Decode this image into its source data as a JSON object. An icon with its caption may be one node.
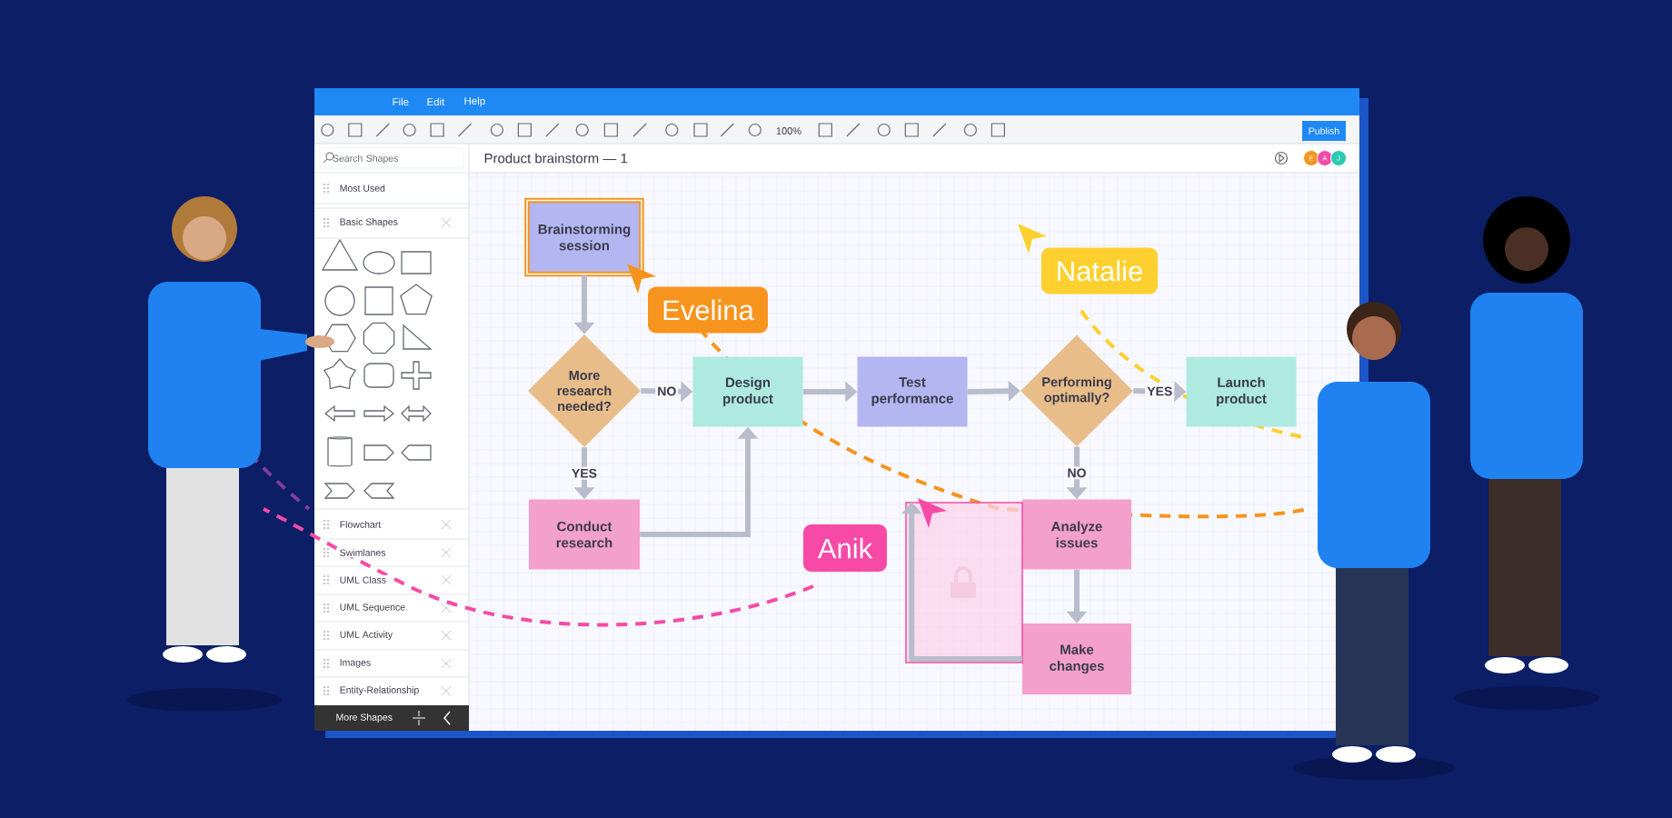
{
  "diagram": {
    "nodes": [
      {
        "text": [
          "Brainstorming session"
        ]
      },
      {
        "text": [
          "More research needed?"
        ]
      },
      {
        "text": [
          "Design product"
        ]
      },
      {
        "text": [
          "Test performance"
        ]
      },
      {
        "text": [
          "Performing optimally?"
        ]
      },
      {
        "text": [
          "Launch product"
        ]
      },
      {
        "text": [
          "Conduct research"
        ]
      },
      {
        "text": [
          "Analyze issues"
        ]
      },
      {
        "text": [
          "Make changes"
        ]
      },
      {
        "text": [
          "Evelina"
        ]
      },
      {
        "text": [
          "Natalie"
        ]
      },
      {
        "text": [
          "Anik"
        ]
      },
      {
        "text": [],
        "shape": "box"
      }
    ],
    "edges": [
      {
        "from": 0,
        "to": 1,
        "arrow": "to"
      },
      {
        "from": 1,
        "to": 2,
        "arrow": "to",
        "label": "NO"
      },
      {
        "from": 1,
        "to": 6,
        "arrow": "to",
        "label": "YES"
      },
      {
        "from": 6,
        "to": 2,
        "arrow": "to"
      },
      {
        "from": 2,
        "to": 3,
        "arrow": "to"
      },
      {
        "from": 3,
        "to": 4,
        "arrow": "to"
      },
      {
        "from": 4,
        "to": 5,
        "arrow": "to",
        "label": "YES"
      },
      {
        "from": 4,
        "to": 7,
        "arrow": "to",
        "label": "NO"
      },
      {
        "from": 7,
        "to": 8,
        "arrow": "to"
      },
      {
        "from": 8,
        "to": 12,
        "arrow": "to"
      }
    ],
    "labels": [
      "File",
      "Edit",
      "Help",
      "100%",
      "Publish",
      "Search Shapes",
      "Product brainstorm — 1",
      "E",
      "A",
      "J",
      "Most Used",
      "Basic Shapes",
      "Flowchart",
      "Swimlanes",
      "UML Class",
      "UML Sequence",
      "UML Activity",
      "Images",
      "Entity-Relationship",
      "More Shapes"
    ]
  }
}
